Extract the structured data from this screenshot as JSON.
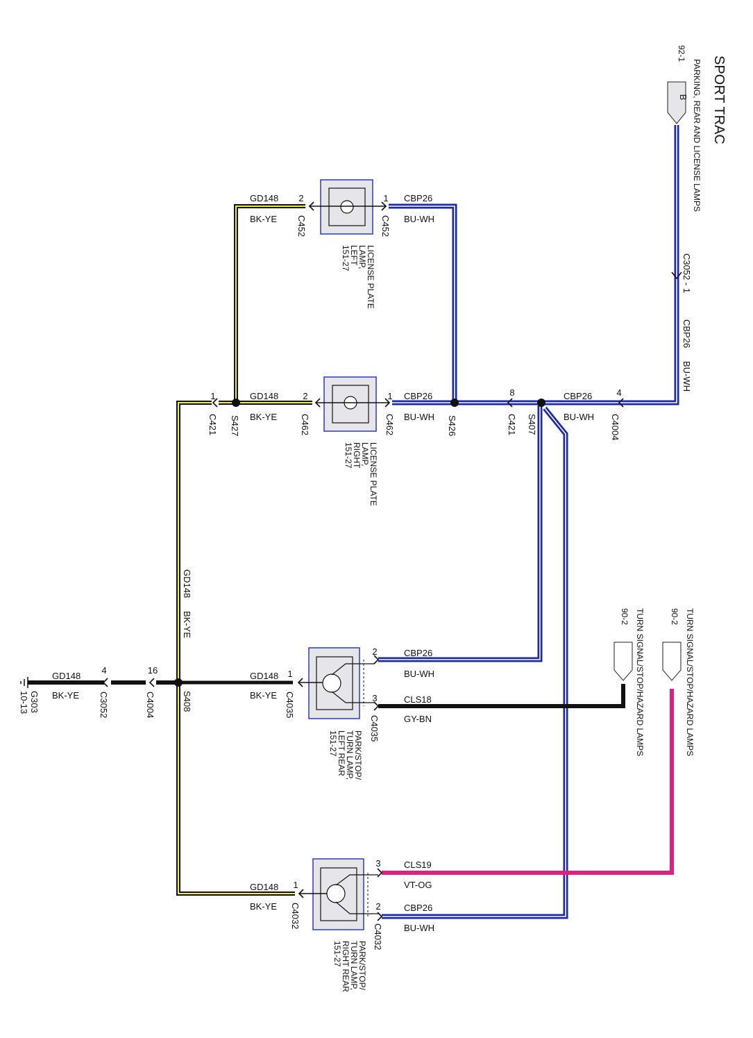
{
  "title": "SPORT TRAC",
  "source": {
    "label": "PARKING, REAR AND LICENSE LAMPS",
    "page": "92-1",
    "pin": "B"
  },
  "turn_sources": [
    {
      "label": "TURN SIGNAL/STOP/HAZARD LAMPS",
      "page": "90-2"
    },
    {
      "label": "TURN SIGNAL/STOP/HAZARD LAMPS",
      "page": "90-2"
    }
  ],
  "circuits": {
    "cbp26": {
      "name": "CBP26",
      "color": "BU-WH"
    },
    "gd148": {
      "name": "GD148",
      "color": "BK-YE"
    },
    "cls18": {
      "name": "CLS18",
      "color": "GY-BN"
    },
    "cls19": {
      "name": "CLS19",
      "color": "VT-OG"
    }
  },
  "connectors": {
    "c3052_1": "C3052 - 1",
    "c4004": "C4004",
    "c421": "C421",
    "c452": "C452",
    "c462": "C462",
    "c4035": "C4035",
    "c4032": "C4032",
    "c3052": "C3052"
  },
  "pins": {
    "c4004_4": "4",
    "c421_8": "8",
    "c452_1": "1",
    "c452_2": "2",
    "c462_1": "1",
    "c462_2": "2",
    "c421_1": "1",
    "c4035_2": "2",
    "c4035_3": "3",
    "c4035_1": "1",
    "c4032_3": "3",
    "c4032_2": "2",
    "c4032_1": "1",
    "c4004_16": "16",
    "c3052_4": "4"
  },
  "splices": {
    "s407": "S407",
    "s426": "S426",
    "s427": "S427",
    "s408": "S408"
  },
  "ground": {
    "name": "G303",
    "page": "10-13"
  },
  "components": {
    "license_left": {
      "lines": [
        "LICENSE PLATE",
        "LAMP,",
        "LEFT",
        "151-27"
      ]
    },
    "license_right": {
      "lines": [
        "LICENSE PLATE",
        "LAMP,",
        "RIGHT",
        "151-27"
      ]
    },
    "lamp_left_rear": {
      "lines": [
        "PARK/STOP/",
        "TURN LAMP,",
        "LEFT REAR",
        "151-27"
      ]
    },
    "lamp_right_rear": {
      "lines": [
        "PARK/STOP/",
        "TURN LAMP,",
        "RIGHT REAR",
        "151-27"
      ]
    }
  },
  "colors": {
    "blue": "#1c2aa8",
    "blue_stripe": "#ffffff",
    "black": "#111111",
    "yellow": "#f2ee3a",
    "magenta": "#d8237f",
    "component_border": "#2b3bb8",
    "component_fill": "#e6e6ea"
  }
}
